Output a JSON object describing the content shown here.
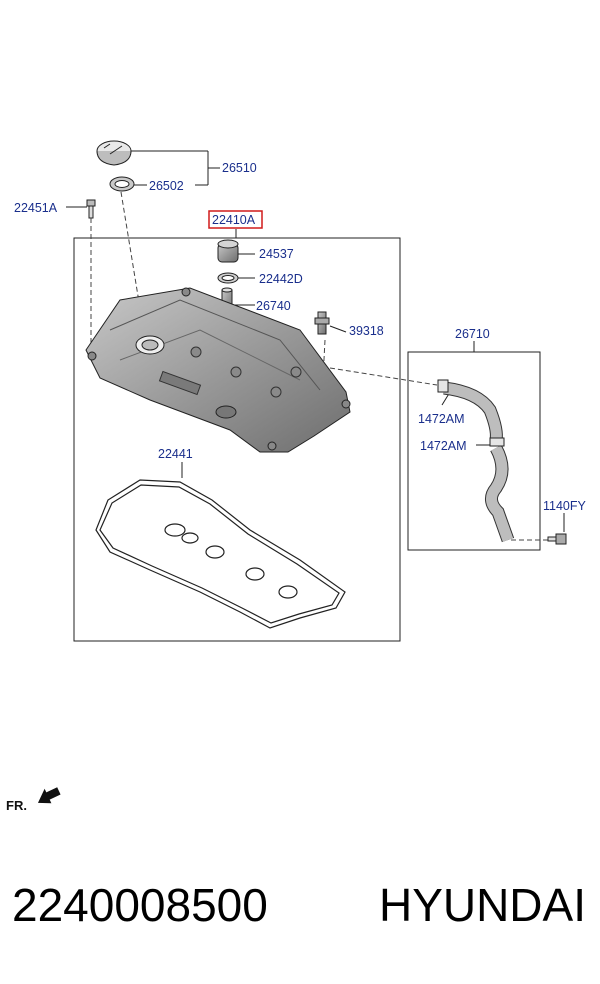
{
  "diagram": {
    "labels": {
      "oil_cap": "26510",
      "cap_gasket": "26502",
      "bolt": "22451A",
      "cover_assy": "22410A",
      "grommet": "24537",
      "seal": "22442D",
      "pcv_tube": "26740",
      "sensor": "39318",
      "hose_assy": "26710",
      "clamp_upper": "1472AM",
      "clamp_lower": "1472AM",
      "hose_bolt": "1140FY",
      "gasket": "22441"
    },
    "front_marker": "FR."
  },
  "footer": {
    "part_number": "2240008500",
    "brand": "HYUNDAI"
  },
  "colors": {
    "label_text": "#1a2f8c",
    "highlight_box": "#d11a1a",
    "line": "#222222",
    "part_fill": "#9a9a9a"
  }
}
